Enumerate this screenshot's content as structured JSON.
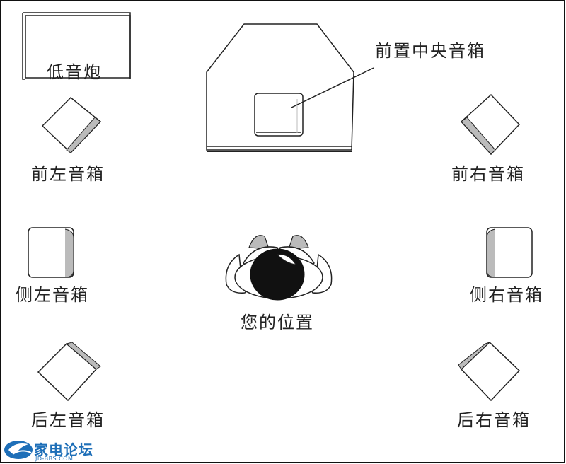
{
  "labels": {
    "subwoofer": "低音炮",
    "front_center": "前置中央音箱",
    "front_left": "前左音箱",
    "front_right": "前右音箱",
    "side_left": "侧左音箱",
    "side_right": "侧右音箱",
    "listener": "您的位置",
    "rear_left": "后左音箱",
    "rear_right": "后右音箱"
  },
  "watermark": {
    "name": "家电论坛",
    "site": "JD-BBS.COM",
    "color": "#1e6fb8"
  },
  "colors": {
    "border": "#111111",
    "stroke": "#222222",
    "shade": "#bbbbbb",
    "head": "#111111"
  }
}
